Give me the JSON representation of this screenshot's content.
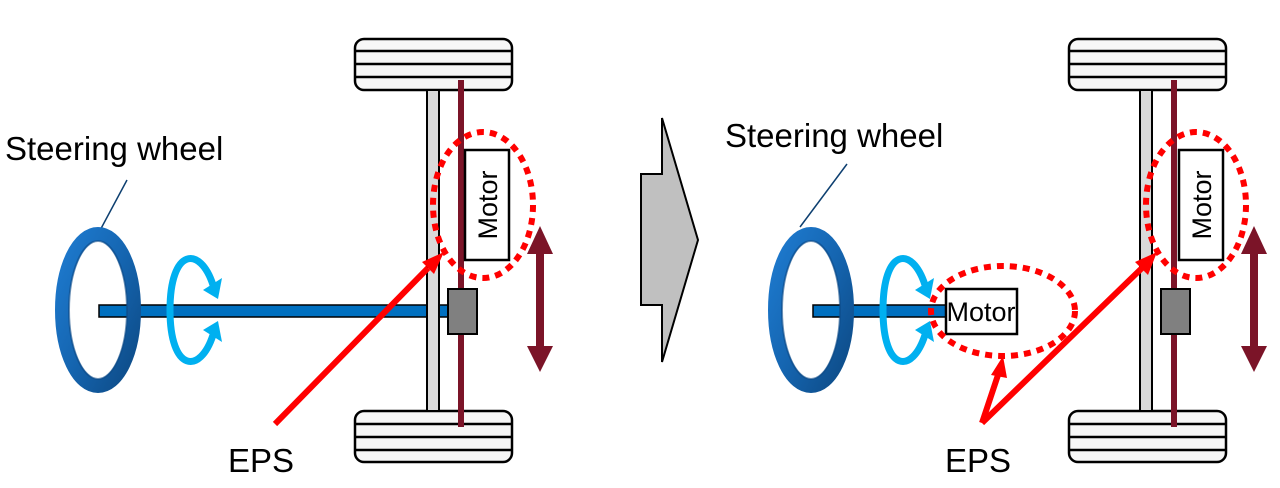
{
  "diagram": {
    "title": "EPS motor placement comparison",
    "colors": {
      "wheel_blue": "#1565b0",
      "wheel_dark": "#0d4f8f",
      "shaft_blue": "#0070c0",
      "rotation_arrow": "#00b0f0",
      "eps_red": "#ff0000",
      "rack": "#7b1428",
      "axle_fill": "#d9d9d9",
      "gearbox_fill": "#808080",
      "tire_fill": "#f7f7f7",
      "transition_arrow": "#c0c0c0"
    },
    "left_panel": {
      "steering_wheel_label": "Steering wheel",
      "motor_label": "Motor",
      "eps_label": "EPS"
    },
    "right_panel": {
      "steering_wheel_label": "Steering wheel",
      "rack_motor_label": "Motor",
      "column_motor_label": "Motor",
      "eps_label": "EPS"
    }
  }
}
